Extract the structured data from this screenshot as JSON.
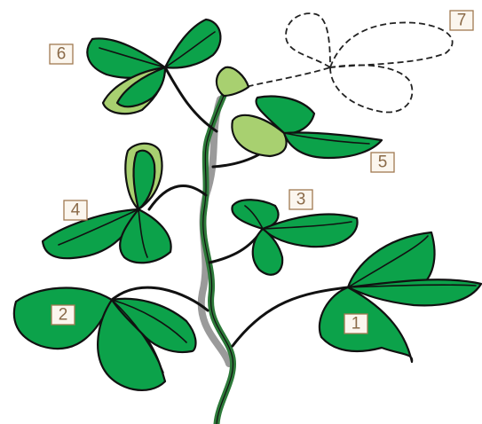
{
  "colors": {
    "leaf_green": "#0ca24a",
    "light_green": "#a8d070",
    "stem_green": "#2d7a3a",
    "stem_shadow": "#9a9a9a",
    "outline": "#111111",
    "label_border": "#a07a52",
    "label_text": "#8a6a48",
    "label_bg": "#fbf6ee"
  },
  "labels": {
    "l1": "1",
    "l2": "2",
    "l3": "3",
    "l4": "4",
    "l5": "5",
    "l6": "6",
    "l7": "7"
  }
}
